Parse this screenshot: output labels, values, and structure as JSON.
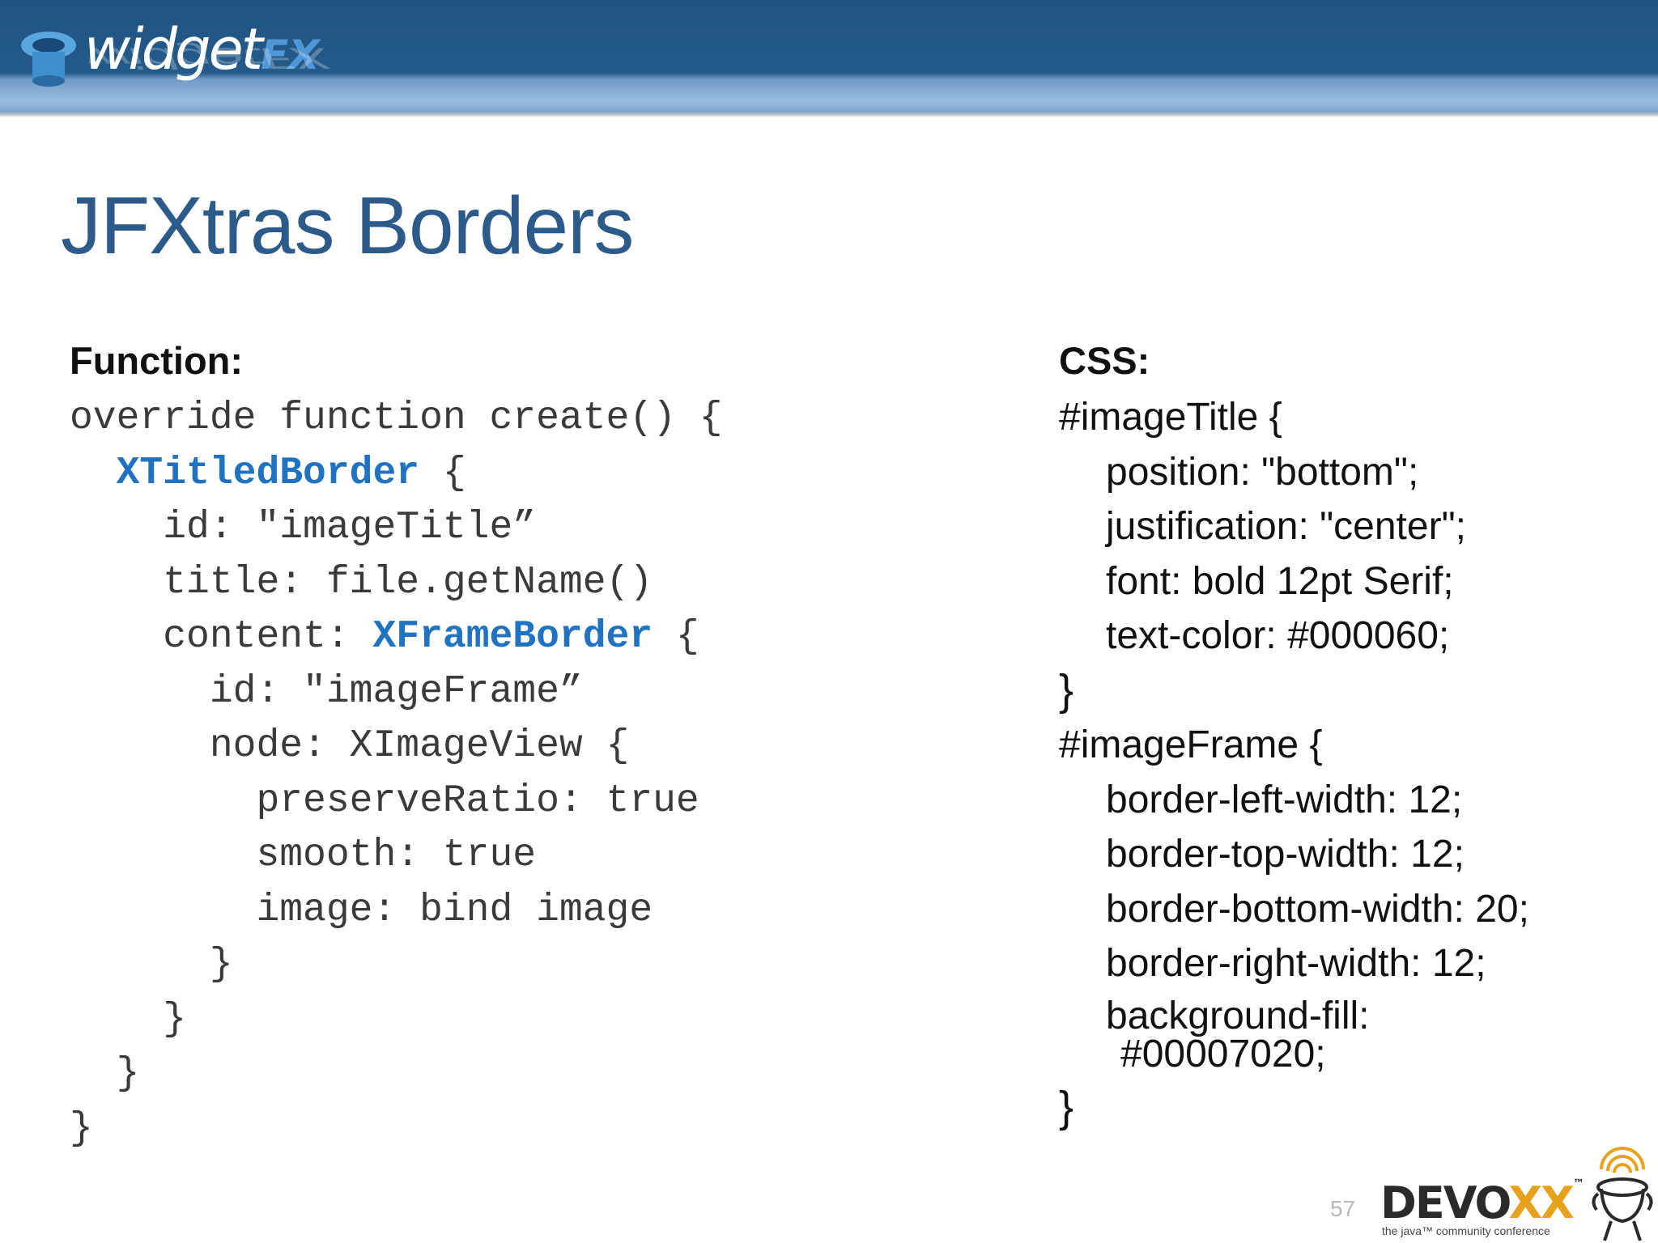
{
  "header": {
    "brand_prefix": "widget",
    "brand_suffix": "FX"
  },
  "slide": {
    "title": "JFXtras Borders",
    "function_heading": "Function:",
    "css_heading": "CSS:",
    "code_lines": [
      "override function create() {",
      [
        "  ",
        "XTitledBorder",
        " {"
      ],
      "    id: \"imageTitle”",
      "    title: file.getName()",
      [
        "    content: ",
        "XFrameBorder",
        " {"
      ],
      "      id: \"imageFrame”",
      "      node: XImageView {",
      "        preserveRatio: true",
      "        smooth: true",
      "        image: bind image",
      "      }",
      "    }",
      "  }",
      "}"
    ],
    "css_lines": {
      "l1": "#imageTitle {",
      "l2": "position: \"bottom\";",
      "l3": "justification: \"center\";",
      "l4": "font: bold 12pt Serif;",
      "l5": "text-color: #000060;",
      "l6": "}",
      "l7": "#imageFrame {",
      "l8": "border-left-width: 12;",
      "l9": "border-top-width: 12;",
      "l10": "border-bottom-width: 20;",
      "l11": "border-right-width: 12;",
      "l12": "background-fill:",
      "l13": "#00007020;",
      "l14": "}"
    },
    "keyword_color": "#1f73c2",
    "title_color": "#2d5b89"
  },
  "footer": {
    "page_number": "57",
    "sponsor_name_main": "DEVO",
    "sponsor_name_x": "XX",
    "sponsor_tm": "™",
    "sponsor_tagline": "the java™ community conference"
  }
}
